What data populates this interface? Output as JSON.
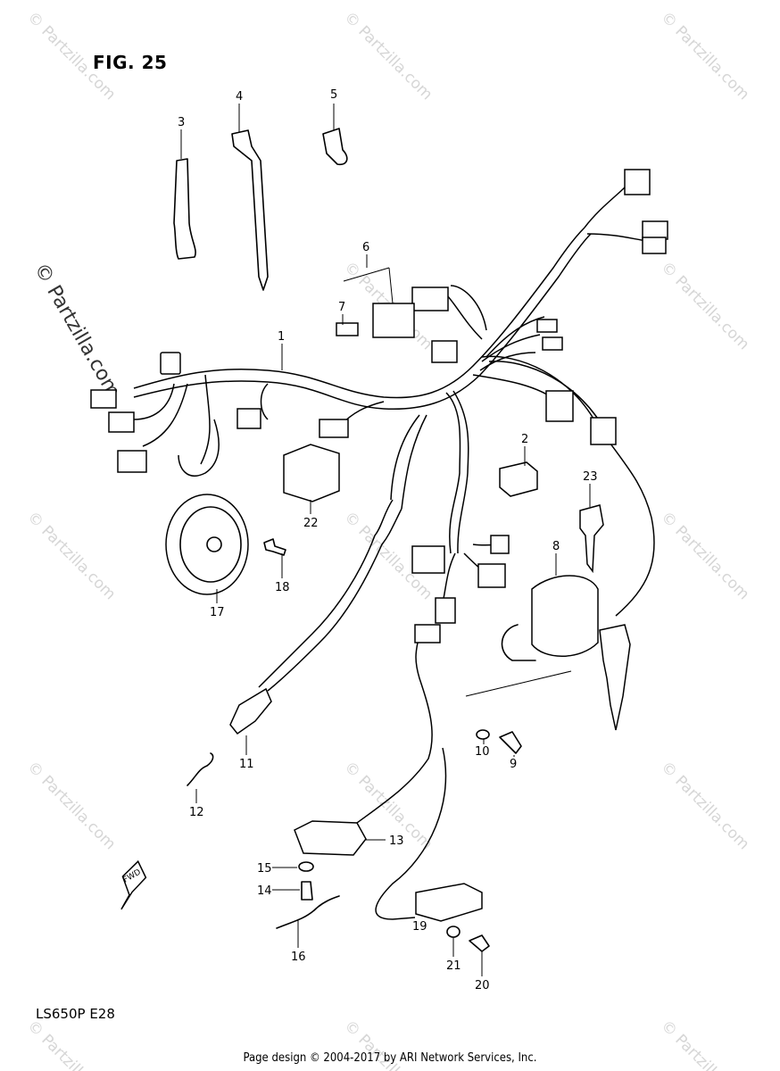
{
  "figure": {
    "title": "FIG. 25",
    "model": "LS650P  E28"
  },
  "footer": {
    "text": "Page design © 2004-2017 by ARI Network Services, Inc."
  },
  "watermark": {
    "text": "© Partzilla.com"
  },
  "callouts": [
    {
      "id": "1",
      "label": "1"
    },
    {
      "id": "2",
      "label": "2"
    },
    {
      "id": "3",
      "label": "3"
    },
    {
      "id": "4",
      "label": "4"
    },
    {
      "id": "5",
      "label": "5"
    },
    {
      "id": "6",
      "label": "6"
    },
    {
      "id": "7",
      "label": "7"
    },
    {
      "id": "8",
      "label": "8"
    },
    {
      "id": "9",
      "label": "9"
    },
    {
      "id": "10",
      "label": "10"
    },
    {
      "id": "11",
      "label": "11"
    },
    {
      "id": "12",
      "label": "12"
    },
    {
      "id": "13",
      "label": "13"
    },
    {
      "id": "14",
      "label": "14"
    },
    {
      "id": "15",
      "label": "15"
    },
    {
      "id": "16",
      "label": "16"
    },
    {
      "id": "17",
      "label": "17"
    },
    {
      "id": "18",
      "label": "18"
    },
    {
      "id": "19",
      "label": "19"
    },
    {
      "id": "20",
      "label": "20"
    },
    {
      "id": "21",
      "label": "21"
    },
    {
      "id": "22",
      "label": "22"
    },
    {
      "id": "23",
      "label": "23"
    }
  ],
  "fwd_arrow": {
    "label": "FWD"
  }
}
